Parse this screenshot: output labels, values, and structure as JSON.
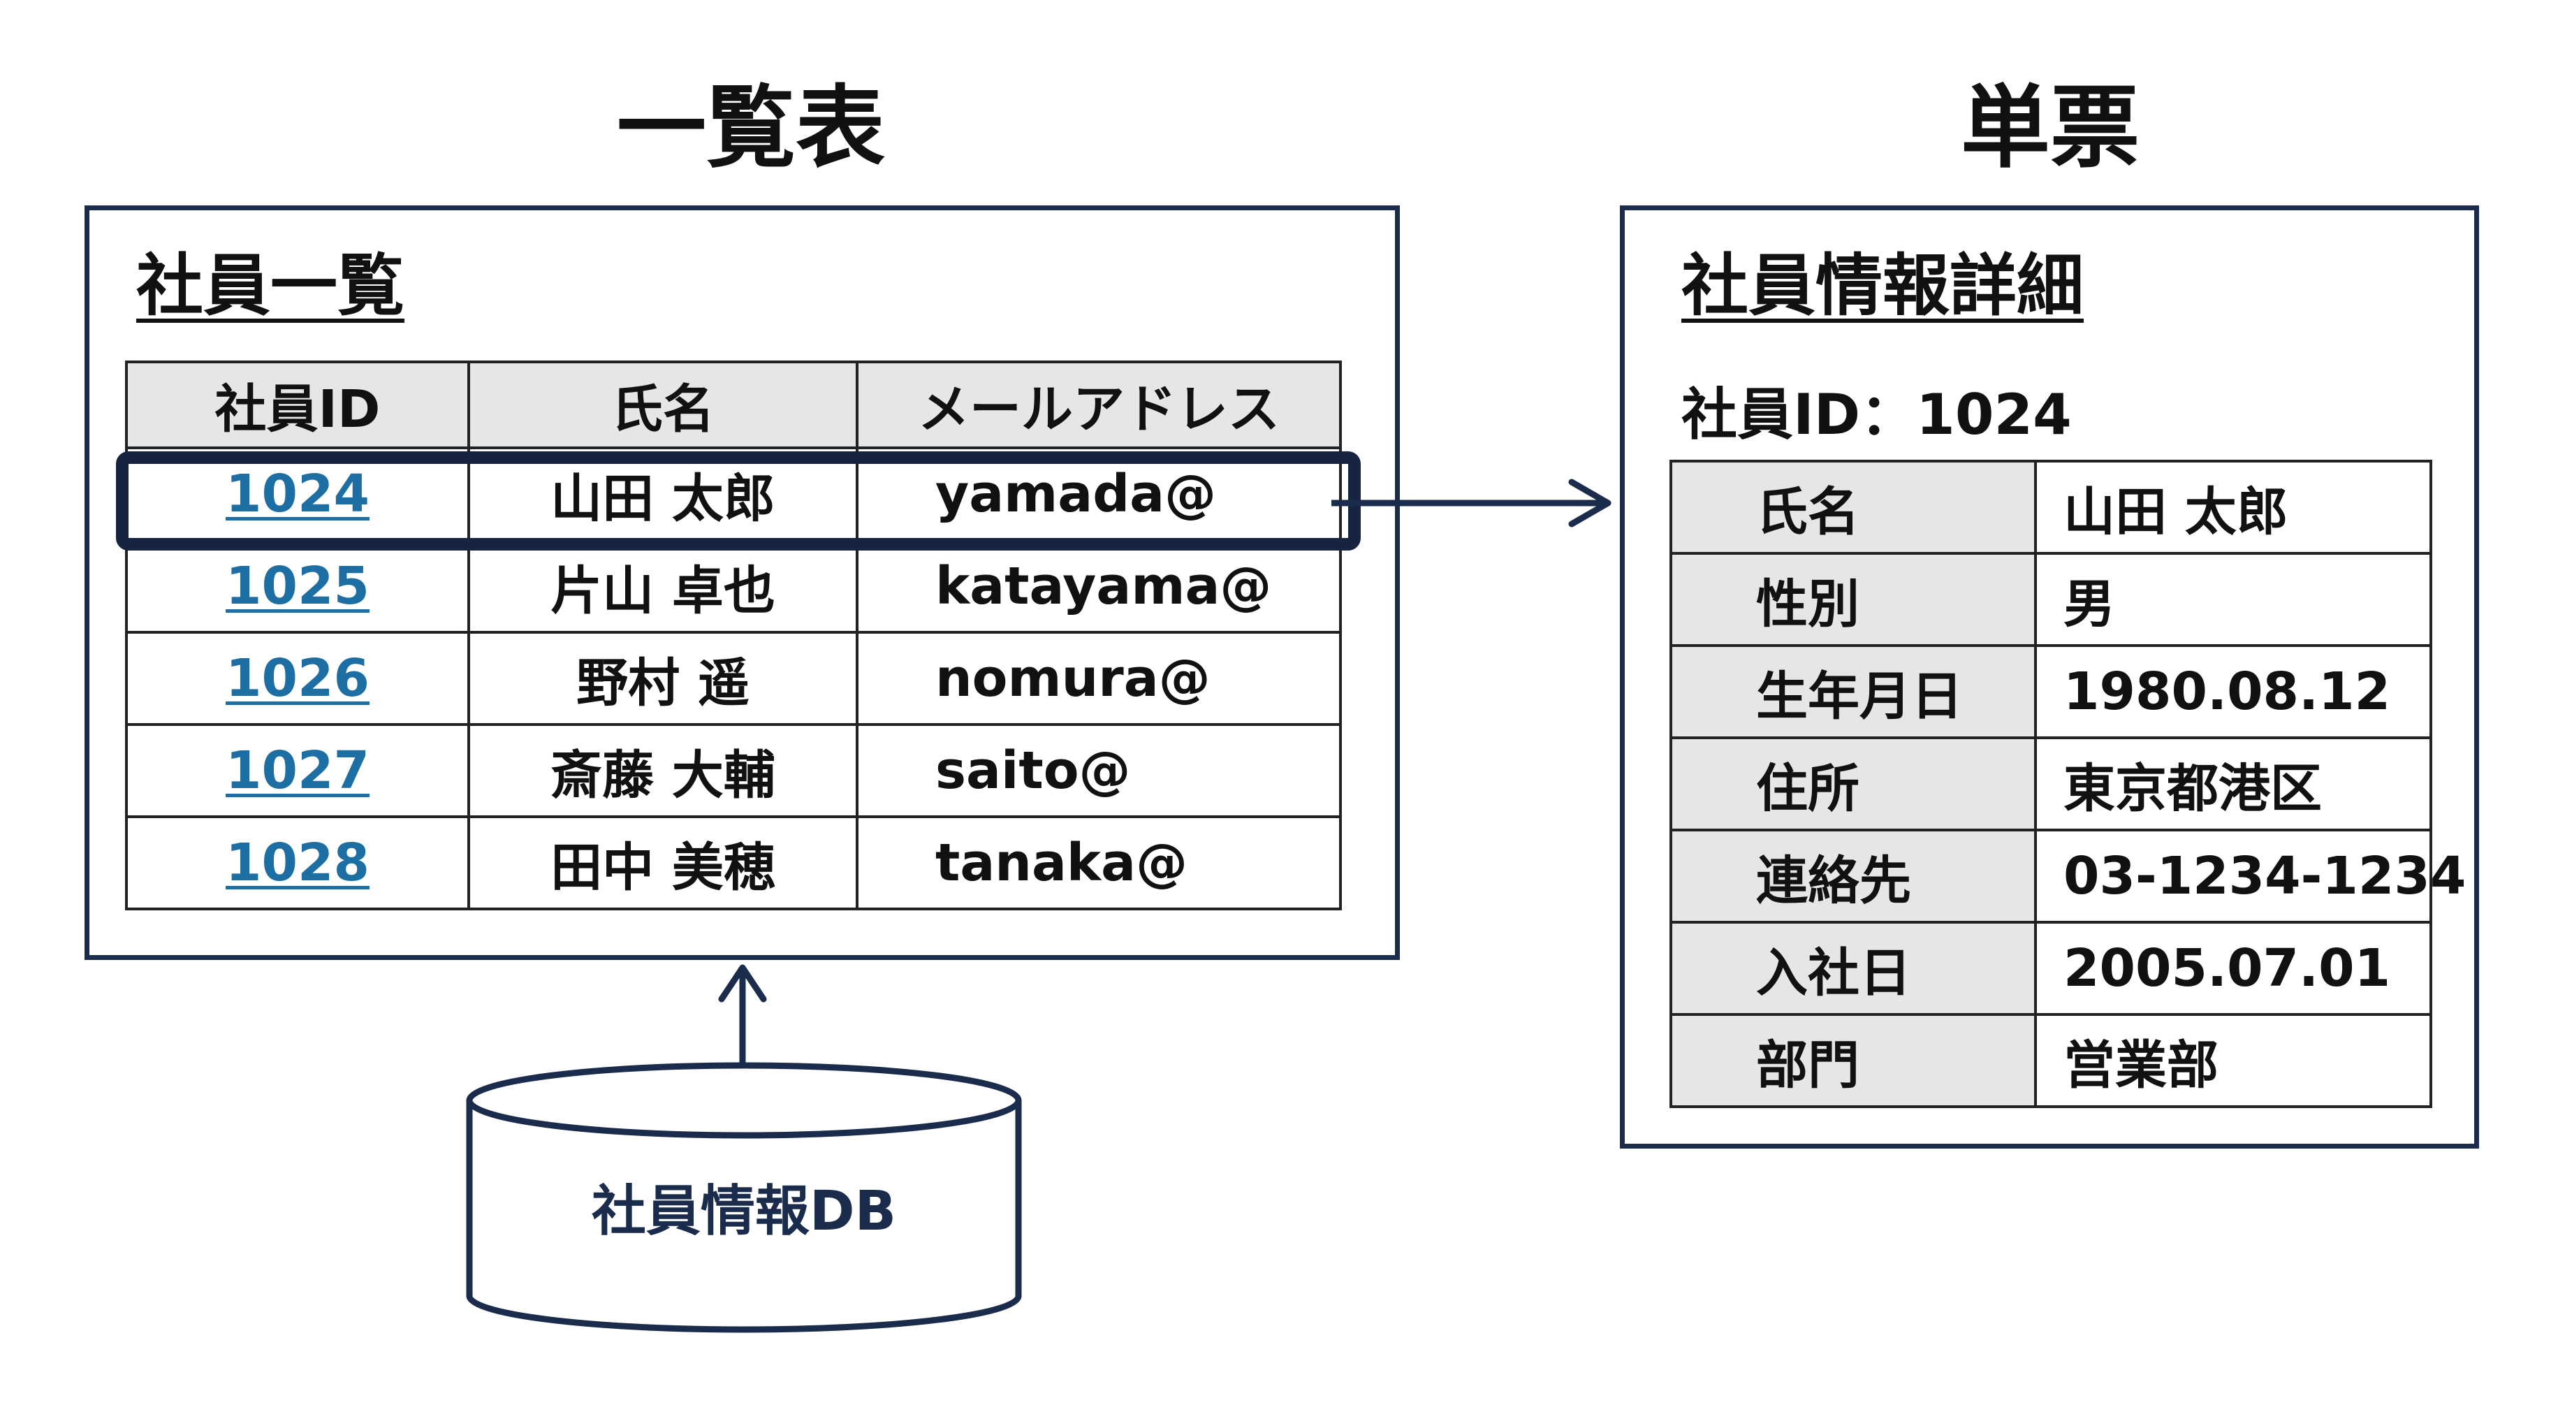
{
  "headings": {
    "list": "一覧表",
    "single": "単票"
  },
  "list_panel": {
    "title": "社員一覧",
    "columns": [
      "社員ID",
      "氏名",
      "メールアドレス"
    ],
    "rows": [
      {
        "id": "1024",
        "name": "山田 太郎",
        "email": "yamada@"
      },
      {
        "id": "1025",
        "name": "片山 卓也",
        "email": "katayama@"
      },
      {
        "id": "1026",
        "name": "野村 遥",
        "email": "nomura@"
      },
      {
        "id": "1027",
        "name": "斎藤 大輔",
        "email": "saito@"
      },
      {
        "id": "1028",
        "name": "田中 美穂",
        "email": "tanaka@"
      }
    ]
  },
  "detail_panel": {
    "title": "社員情報詳細",
    "id_line": "社員ID：1024",
    "fields": [
      {
        "label": "氏名",
        "value": "山田 太郎"
      },
      {
        "label": "性別",
        "value": "男"
      },
      {
        "label": "生年月日",
        "value": "1980.08.12"
      },
      {
        "label": "住所",
        "value": "東京都港区"
      },
      {
        "label": "連絡先",
        "value": "03-1234-1234"
      },
      {
        "label": "入社日",
        "value": "2005.07.01"
      },
      {
        "label": "部門",
        "value": "営業部"
      }
    ]
  },
  "database": {
    "label": "社員情報DB"
  },
  "colors": {
    "navy": "#1a2b4c",
    "link": "#1d6fa3",
    "header_bg": "#e6e6e6"
  }
}
